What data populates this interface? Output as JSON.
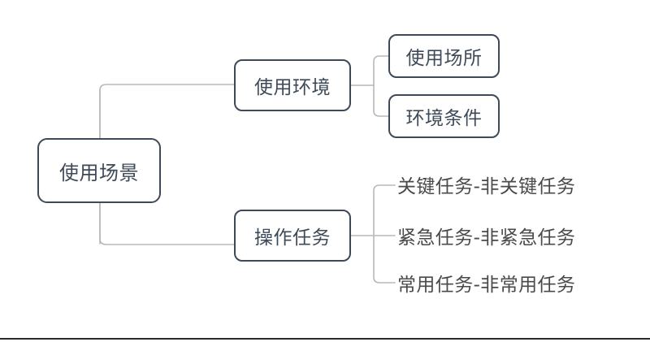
{
  "diagram": {
    "type": "mindmap",
    "orientation": "left-to-right",
    "root": {
      "label": "使用场景",
      "shape": "rounded-rect"
    },
    "branches": [
      {
        "label": "使用环境",
        "shape": "rounded-rect",
        "children": [
          {
            "label": "使用场所",
            "shape": "rounded-rect"
          },
          {
            "label": "环境条件",
            "shape": "rounded-rect"
          }
        ]
      },
      {
        "label": "操作任务",
        "shape": "rounded-rect",
        "children": [
          {
            "label": "关键任务-非关键任务",
            "shape": "text"
          },
          {
            "label": "紧急任务-非紧急任务",
            "shape": "text"
          },
          {
            "label": "常用任务-非常用任务",
            "shape": "text"
          }
        ]
      }
    ]
  },
  "colors": {
    "node_border": "#3f4a58",
    "node_text": "#3f4a58",
    "node_fill": "#ffffff",
    "connector": "#b8b8b8",
    "leaf_text": "#4a4a4a",
    "rule": "#2b2b2b",
    "background": "#ffffff"
  }
}
